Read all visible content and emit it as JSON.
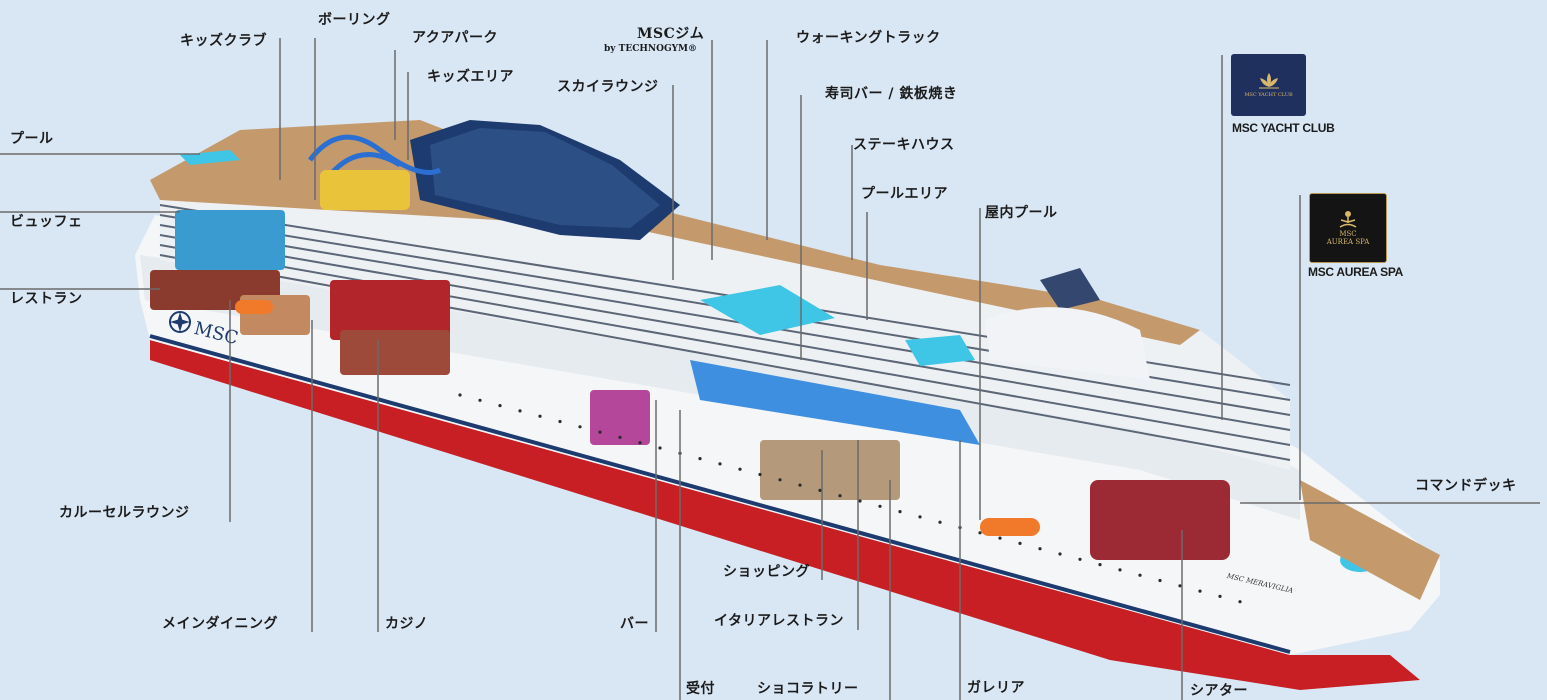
{
  "colors": {
    "background": "#d9e7f5",
    "hull_white": "#f4f6f8",
    "hull_red": "#c81f24",
    "deck_wood": "#c49a6c",
    "dome_blue": "#1d3b6e",
    "pool_blue": "#3fc6e6",
    "leader_line": "#6b6b6b",
    "yacht_badge": "#1f2f5e",
    "spa_badge": "#141414",
    "gold": "#d8b86a"
  },
  "labels": {
    "kids_club": "キッズクラブ",
    "bowling": "ボーリング",
    "aqua_park": "アクアパーク",
    "kids_area": "キッズエリア",
    "gym": "MSCジム",
    "gym_sub": "by TECHNOGYM®",
    "sky_lounge": "スカイラウンジ",
    "walking_track": "ウォーキングトラック",
    "sushi_bar": "寿司バー / 鉄板焼き",
    "steakhouse": "ステーキハウス",
    "pool_area": "プールエリア",
    "indoor_pool": "屋内プール",
    "pool": "プール",
    "buffet": "ビュッフェ",
    "restaurant": "レストラン",
    "carousel_lounge": "カルーセルラウンジ",
    "main_dining": "メインダイニング",
    "casino": "カジノ",
    "bar": "バー",
    "reception": "受付",
    "chocolatory": "ショコラトリー",
    "shopping": "ショッピング",
    "italian_restaurant": "イタリアレストラン",
    "galleria": "ガレリア",
    "theater": "シアター",
    "command_deck": "コマンドデッキ",
    "yacht_club": "MSC YACHT CLUB",
    "aurea_spa": "MSC AUREA SPA"
  },
  "ship": {
    "hull_logo": "MSC",
    "bow_name": "MSC MERAVIGLIA"
  },
  "badges": {
    "yacht_badge_text": "MSC YACHT CLUB",
    "spa_badge_line1": "MSC",
    "spa_badge_line2": "AUREA SPA"
  },
  "icons": [
    "lotus-icon",
    "meditation-figure-icon",
    "msc-compass-logo-icon"
  ]
}
